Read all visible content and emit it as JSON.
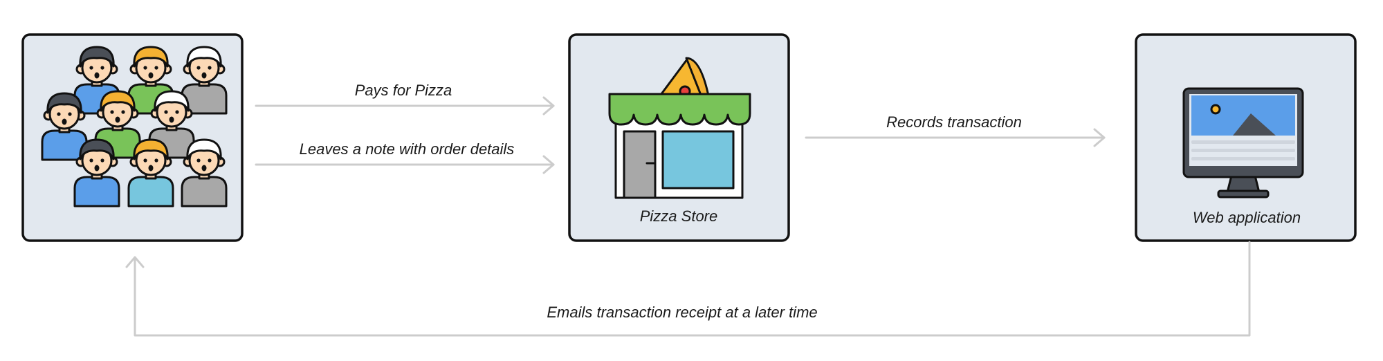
{
  "nodes": {
    "customers": {
      "label": "",
      "icon": "crowd-icon"
    },
    "store": {
      "label": "Pizza Store",
      "icon": "pizza-store-icon"
    },
    "webapp": {
      "label": "Web application",
      "icon": "computer-monitor-icon"
    }
  },
  "edges": {
    "pays": "Pays for Pizza",
    "note": "Leaves a note with order details",
    "records": "Records transaction",
    "emails": "Emails transaction receipt at a later time"
  },
  "colors": {
    "box_fill": "#e2e8ef",
    "arrow": "#cccccc",
    "awning_green": "#79c359",
    "pizza_yellow": "#f7b731",
    "pepperoni_red": "#e8413c",
    "window_blue": "#77c6de",
    "screen_blue": "#5b9ee9",
    "hair_dark": "#4a4f57",
    "hair_yellow": "#f5b132",
    "hair_white": "#ffffff",
    "skin": "#fcd9b6"
  }
}
